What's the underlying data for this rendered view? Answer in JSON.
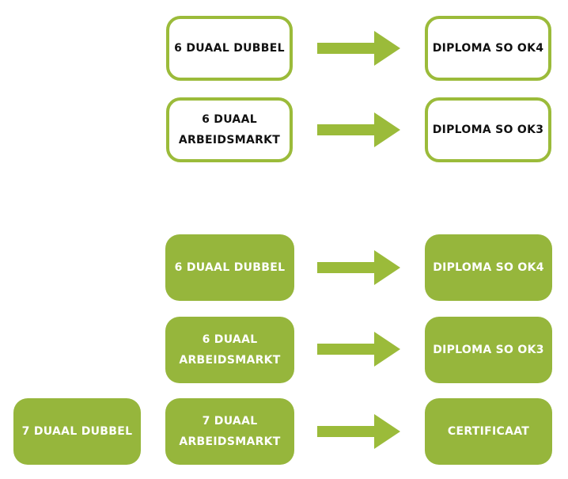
{
  "colors": {
    "accent_green": "#9bbb3a",
    "fill_green": "#96b63c",
    "arrow_green": "#9bbb3a"
  },
  "group1": {
    "row1": {
      "source": [
        "6 DUAAL DUBBEL"
      ],
      "target": [
        "DIPLOMA SO OK4"
      ]
    },
    "row2": {
      "source": [
        "6 DUAAL",
        "ARBEIDSMARKT"
      ],
      "target": [
        "DIPLOMA SO OK3"
      ]
    }
  },
  "group2": {
    "row1": {
      "source": [
        "6 DUAAL DUBBEL"
      ],
      "target": [
        "DIPLOMA SO OK4"
      ]
    },
    "row2": {
      "source": [
        "6 DUAAL",
        "ARBEIDSMARKT"
      ],
      "target": [
        "DIPLOMA SO OK3"
      ]
    },
    "row3": {
      "prefix": [
        "7 DUAAL DUBBEL"
      ],
      "source": [
        "7 DUAAL",
        "ARBEIDSMARKT"
      ],
      "target": [
        "CERTIFICAAT"
      ]
    }
  }
}
